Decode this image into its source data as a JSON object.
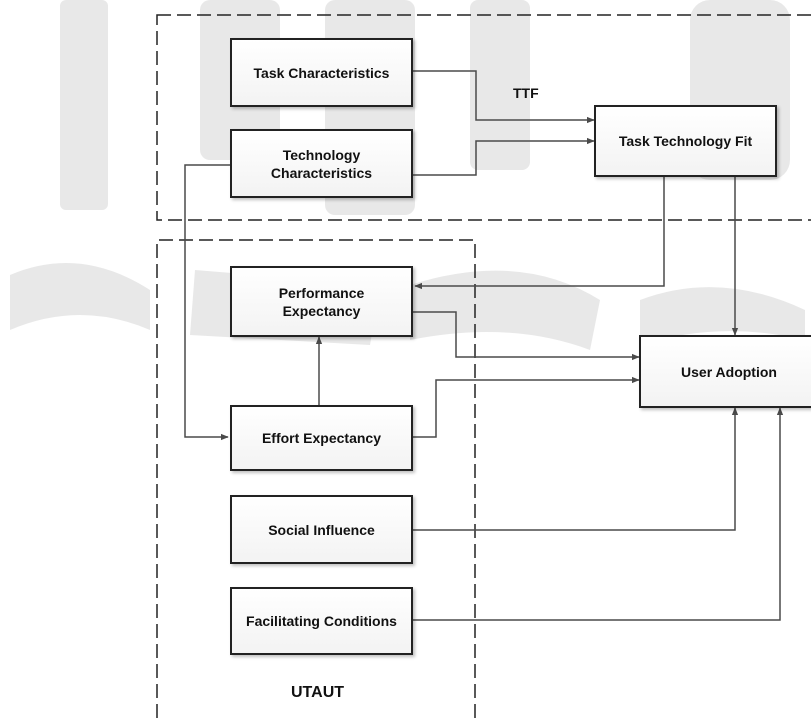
{
  "diagram": {
    "nodes": {
      "task_characteristics": "Task Characteristics",
      "technology_characteristics": "Technology\nCharacteristics",
      "task_technology_fit": "Task Technology Fit",
      "performance_expectancy": "Performance\nExpectancy",
      "effort_expectancy": "Effort Expectancy",
      "social_influence": "Social Influence",
      "facilitating_conditions": "Facilitating Conditions",
      "user_adoption": "User Adoption"
    },
    "labels": {
      "ttf": "TTF",
      "utaut": "UTAUT"
    },
    "edges": [
      {
        "from": "Task Characteristics",
        "to": "Task Technology Fit"
      },
      {
        "from": "Technology Characteristics",
        "to": "Task Technology Fit"
      },
      {
        "from": "Technology Characteristics",
        "to": "Effort Expectancy"
      },
      {
        "from": "Task Technology Fit",
        "to": "Performance Expectancy"
      },
      {
        "from": "Task Technology Fit",
        "to": "User Adoption"
      },
      {
        "from": "Performance Expectancy",
        "to": "User Adoption"
      },
      {
        "from": "Effort Expectancy",
        "to": "Performance Expectancy"
      },
      {
        "from": "Effort Expectancy",
        "to": "User Adoption"
      },
      {
        "from": "Social Influence",
        "to": "User Adoption"
      },
      {
        "from": "Facilitating Conditions",
        "to": "User Adoption"
      }
    ]
  }
}
